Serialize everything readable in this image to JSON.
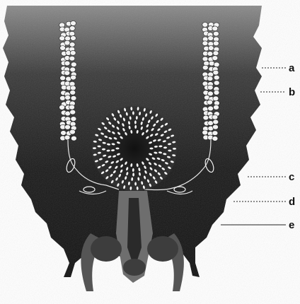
{
  "figure": {
    "labels": {
      "a": "a",
      "b": "b",
      "c": "c",
      "d": "d",
      "e": "e"
    }
  }
}
